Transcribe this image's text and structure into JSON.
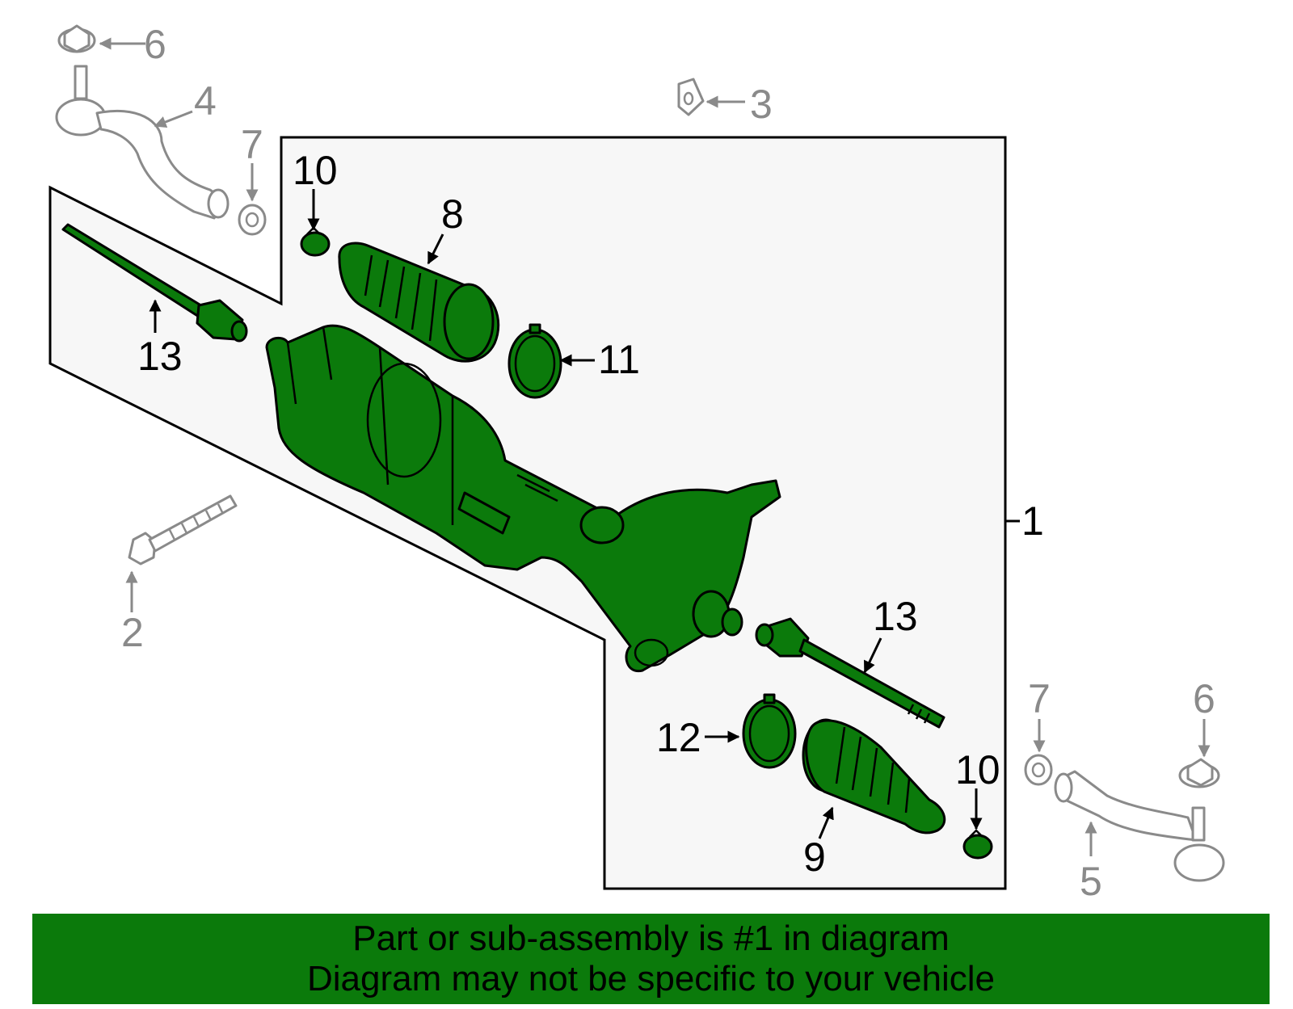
{
  "diagram": {
    "callouts": {
      "c1": "1",
      "c2": "2",
      "c3": "3",
      "c4": "4",
      "c5": "5",
      "c6a": "6",
      "c6b": "6",
      "c7a": "7",
      "c7b": "7",
      "c8": "8",
      "c9": "9",
      "c10a": "10",
      "c10b": "10",
      "c11": "11",
      "c12": "12",
      "c13a": "13",
      "c13b": "13"
    },
    "colors": {
      "part_fill": "#0b7a0b",
      "ghost_stroke": "#8a8a8a",
      "panel_fill": "#f7f7f7",
      "banner": "#0b7a0b"
    }
  },
  "banner": {
    "line1": "Part or sub-assembly is #1 in diagram",
    "line2": "Diagram may not be specific to your vehicle"
  }
}
